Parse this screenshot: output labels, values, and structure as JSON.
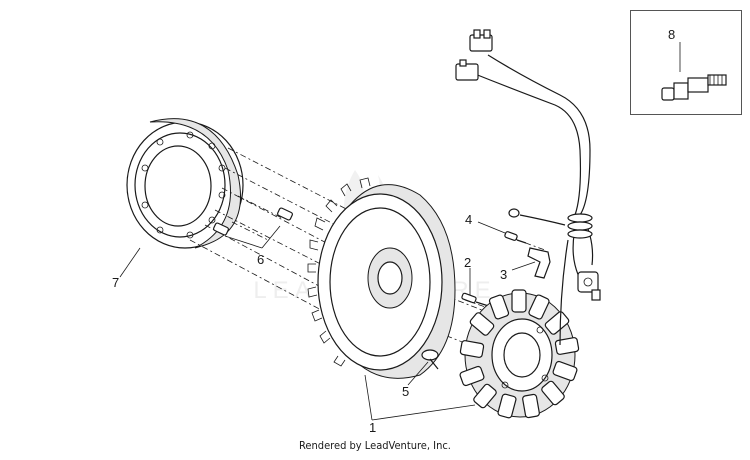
{
  "diagram": {
    "callouts": [
      {
        "id": "1",
        "label": "1",
        "part": "flywheel-and-stator"
      },
      {
        "id": "2",
        "label": "2",
        "part": "stator-screw"
      },
      {
        "id": "3",
        "label": "3",
        "part": "cable-clamp"
      },
      {
        "id": "4",
        "label": "4",
        "part": "clamp-screw"
      },
      {
        "id": "5",
        "label": "5",
        "part": "flywheel-screw"
      },
      {
        "id": "6",
        "label": "6",
        "part": "dowel-pins"
      },
      {
        "id": "7",
        "label": "7",
        "part": "freewheel-ring"
      },
      {
        "id": "8",
        "label": "8",
        "part": "pickup-sensor"
      }
    ],
    "watermark": "LEADVENTURE",
    "footer": "Rendered by LeadVenture, Inc."
  },
  "colors": {
    "line": "#1a1a1a",
    "watermark": "#cfcfcf",
    "inset_border": "#555555"
  }
}
